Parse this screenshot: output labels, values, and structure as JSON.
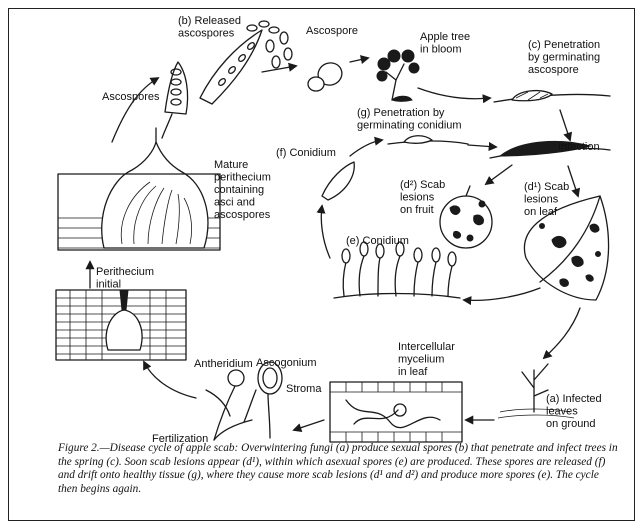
{
  "labels": {
    "released_ascospores": "(b) Released\nascospores",
    "ascospore": "Ascospore",
    "apple_tree_bloom": "Apple tree\nin bloom",
    "penetration_ascospore": "(c) Penetration\nby germinating\nascospore",
    "ascospores": "Ascospores",
    "penetration_conidium": "(g) Penetration by\ngerminating conidium",
    "infection": "Infection",
    "conidium_f": "(f) Conidium",
    "mature_perithecium": "Mature\nperithecium\ncontaining\nasci and\nascospores",
    "scab_fruit": "(d²) Scab\nlesions\non fruit",
    "scab_leaf": "(d¹) Scab\nlesions\non leaf",
    "conidium_e": "(e) Conidium",
    "perithecium_initial": "Perithecium\ninitial",
    "intercellular_mycelium": "Intercellular\nmycelium\nin leaf",
    "antheridium": "Antheridium",
    "ascogonium": "Ascogonium",
    "stroma": "Stroma",
    "infected_leaves": "(a) Infected\nleaves\non ground",
    "fertilization": "Fertilization"
  },
  "caption": "Figure 2.—Disease cycle of apple scab: Overwintering fungi (a) produce sexual spores (b) that penetrate and infect trees in the spring (c). Soon scab lesions appear (d¹), within which asexual spores (e) are produced. These spores are released (f) and drift onto healthy tissue (g), where they cause more scab lesions (d¹ and d²) and produce more spores (e). The cycle then begins again."
}
